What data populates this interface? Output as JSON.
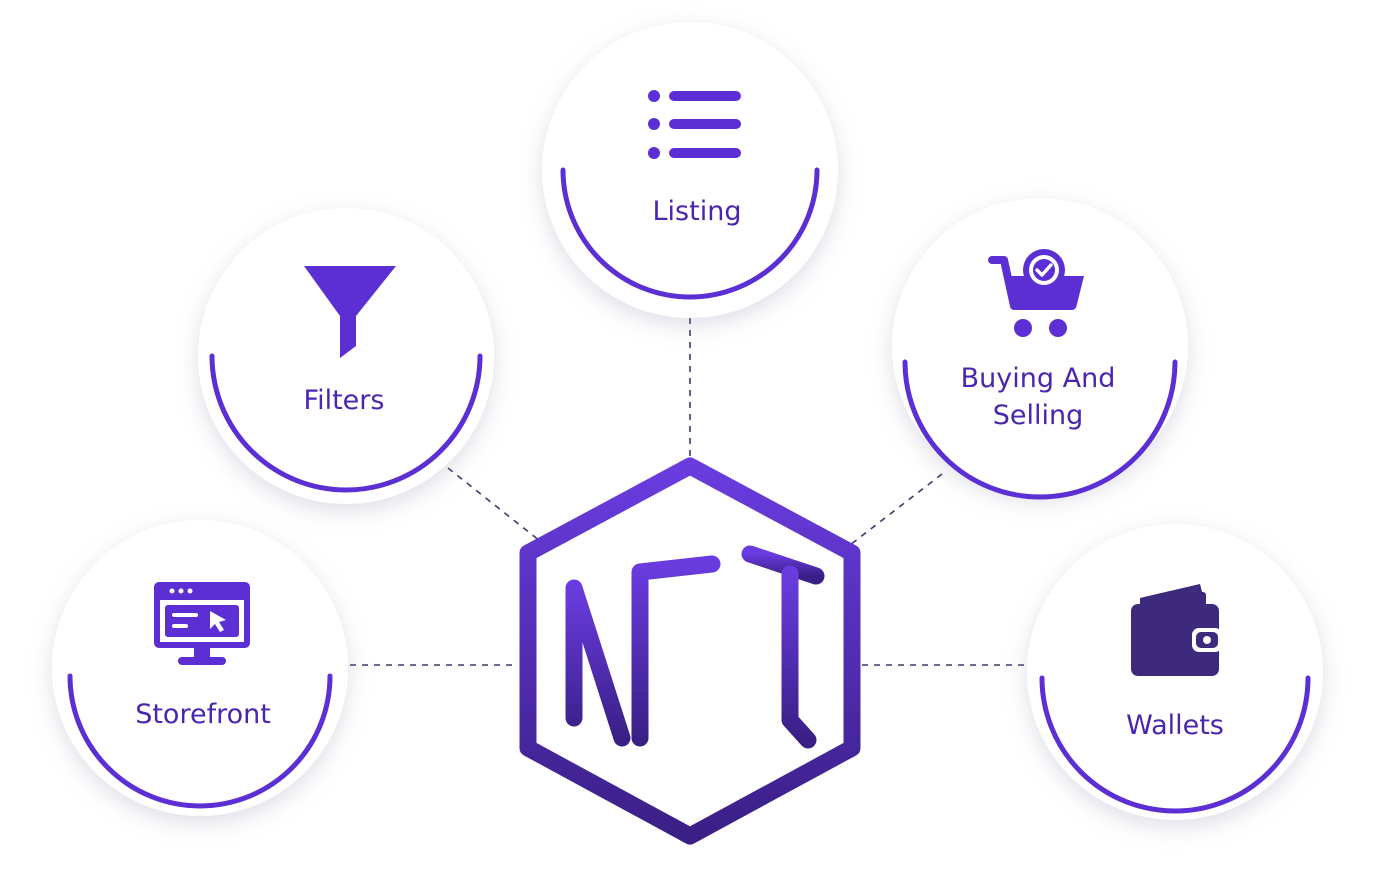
{
  "colors": {
    "accent": "#5b2fd4",
    "accent_light": "#6a3ce0",
    "accent_dark": "#3a1f86",
    "label": "#4a25b0",
    "wallet": "#3d2a7c",
    "connector": "#3b3a6b",
    "shadow": "#dcdbe6",
    "background": "#ffffff"
  },
  "hub": {
    "logo_text": "NFT"
  },
  "nodes": [
    {
      "id": "listing",
      "label_lines": [
        "Listing"
      ],
      "icon": "list-icon"
    },
    {
      "id": "filters",
      "label_lines": [
        "Filters"
      ],
      "icon": "funnel-icon"
    },
    {
      "id": "buying-and-selling",
      "label_lines": [
        "Buying And",
        "Selling"
      ],
      "icon": "cart-check-icon"
    },
    {
      "id": "storefront",
      "label_lines": [
        "Storefront"
      ],
      "icon": "storefront-monitor-icon"
    },
    {
      "id": "wallets",
      "label_lines": [
        "Wallets"
      ],
      "icon": "wallet-icon"
    }
  ]
}
